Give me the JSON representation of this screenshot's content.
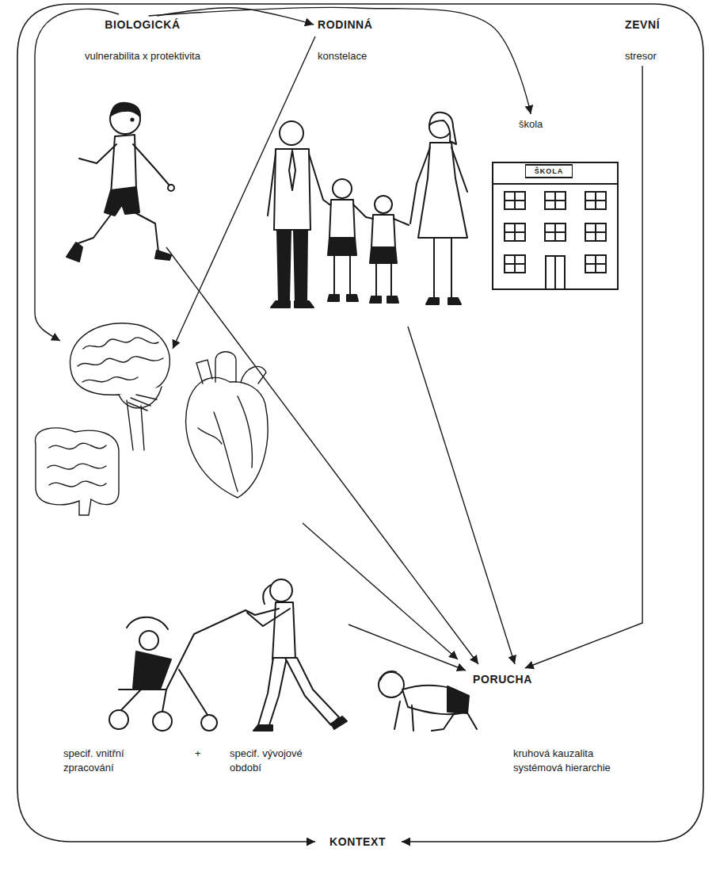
{
  "diagram": {
    "nodes": [
      {
        "text": [
          "BIOLOGICKÁ",
          "vulnerabilita x protektivita"
        ]
      },
      {
        "text": [
          "RODINNÁ",
          "konstelace"
        ]
      },
      {
        "text": [
          "ZEVNÍ",
          "stresor"
        ]
      },
      {
        "text": [
          "škola"
        ]
      },
      {
        "text": [
          "PORUCHA"
        ]
      }
    ],
    "edges": [
      {
        "from": 0,
        "to": 1,
        "arrow": "to"
      },
      {
        "from": 0,
        "to": 3,
        "arrow": "to"
      },
      {
        "from": 2,
        "to": 4,
        "arrow": "to"
      }
    ],
    "labels": [
      "ŠKOLA",
      "specif. vnitřní zpracování",
      "+",
      "specif. vývojové období",
      "kruhová kauzalita systémová hierarchie",
      "KONTEXT"
    ]
  }
}
